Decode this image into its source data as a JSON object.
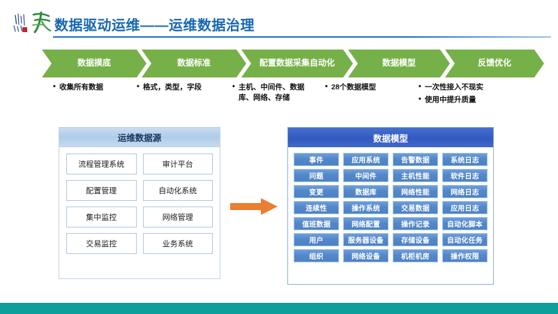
{
  "header": {
    "title": "数据驱动运维——运维数据治理",
    "title_color": "#1667B2",
    "logo_name": "brand-calligraphy-logo"
  },
  "process": {
    "steps": [
      {
        "label": "数据摸底",
        "bullets": [
          "收集所有数据"
        ]
      },
      {
        "label": "数据标准",
        "bullets": [
          "格式，类型，字段"
        ]
      },
      {
        "label": "配置数据采集自动化",
        "bullets": [
          "主机、中间件、数据库、网络、存储"
        ]
      },
      {
        "label": "数据模型",
        "bullets": [
          "28个数据模型"
        ]
      },
      {
        "label": "反馈优化",
        "bullets": [
          "一次性接入不现实",
          "使用中提升质量"
        ]
      }
    ],
    "chevron_color": "#76B048",
    "chevron_text_color": "#FFFFFF"
  },
  "left_panel": {
    "title": "运维数据源",
    "header_color": "#AFCCE8",
    "items": [
      "流程管理系统",
      "审计平台",
      "配置管理",
      "自动化系统",
      "集中监控",
      "网络管理",
      "交易监控",
      "业务系统"
    ]
  },
  "flow_arrow": {
    "name": "right-arrow-icon",
    "color": "#ED7D31"
  },
  "right_panel": {
    "title": "数据模型",
    "header_color": "#3259C0",
    "cell_color": "#5287C9",
    "items": [
      "事件",
      "应用系统",
      "告警数据",
      "系统日志",
      "问题",
      "中间件",
      "主机性能",
      "软件日志",
      "变更",
      "数据库",
      "网络性能",
      "网络日志",
      "连续性",
      "操作系统",
      "交易数据",
      "应用日志",
      "值班数据",
      "网络配置",
      "操作记录",
      "自动化脚本",
      "用户",
      "服务器设备",
      "存储设备",
      "自动化任务",
      "组织",
      "网络设备",
      "机柜机房",
      "操作权限"
    ]
  },
  "footer": {
    "bar_color": "#0E9E9B"
  }
}
